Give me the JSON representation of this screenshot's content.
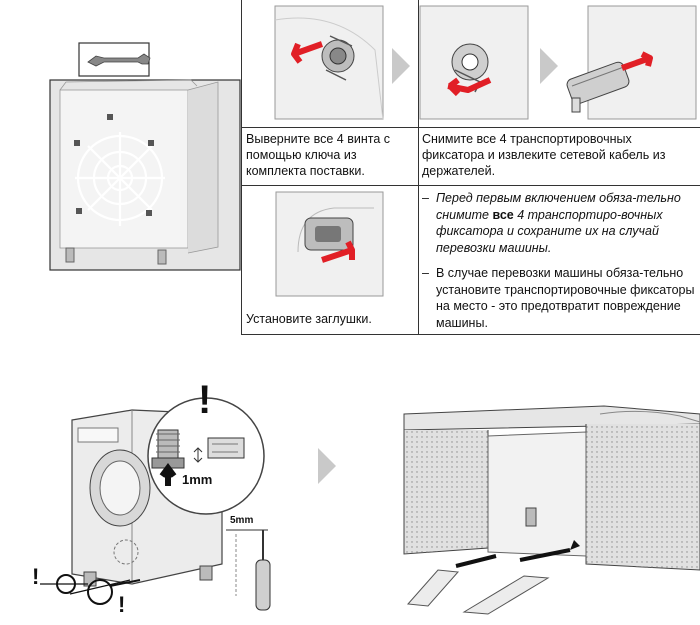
{
  "steps": {
    "unscrew": {
      "text": "Выверните все 4 винта с помощью ключа из комплекта поставки."
    },
    "remove": {
      "text": "Снимите все 4 транспортировочных фиксатора и извлеките сетевой кабель из держателей."
    },
    "plugs": {
      "text": "Установите заглушки."
    }
  },
  "notes": [
    {
      "dash": "–",
      "pre": "Перед первым включением обяза-тельно снимите ",
      "bold": "все",
      "post": " 4 транспортиро-вочных фиксатора и сохраните их на случай перевозки машины."
    },
    {
      "dash": "–",
      "text": "В случае перевозки машины обяза-тельно установите транспортировочные фиксаторы на место - это предотвратит повреждение машины."
    }
  ],
  "labels": {
    "gap": "1mm",
    "depth": "5mm",
    "exclaim": "!"
  },
  "colors": {
    "accent_red": "#e11f26",
    "grey_arrow": "#c9c9c9",
    "line": "#333333"
  }
}
